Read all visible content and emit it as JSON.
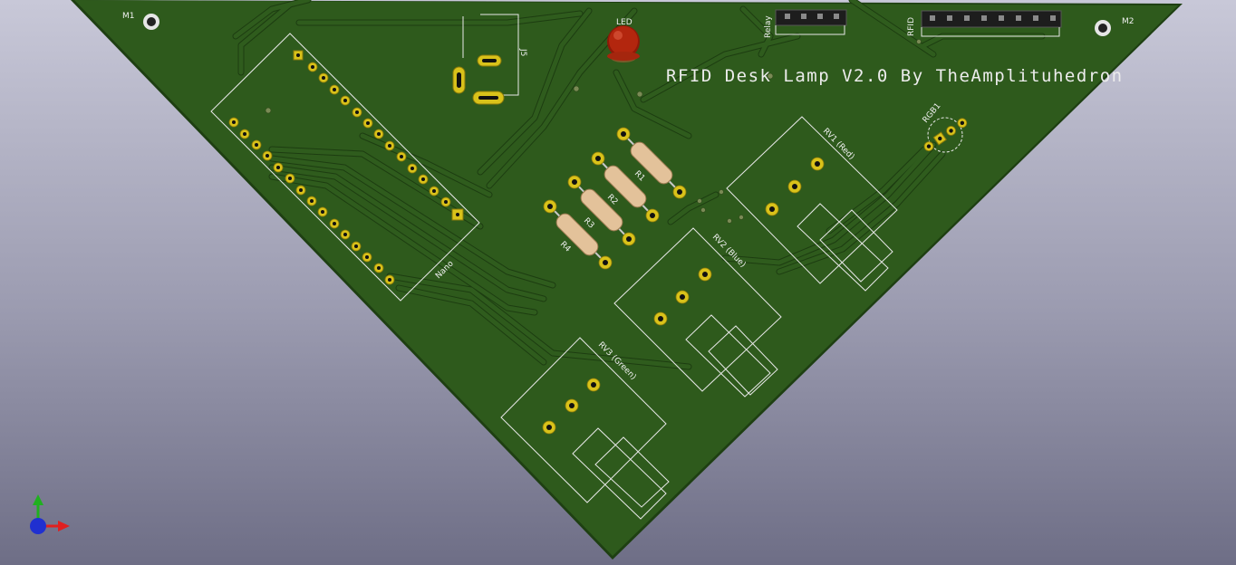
{
  "board": {
    "title": "RFID Desk Lamp V2.0 By TheAmplituhedron",
    "colors": {
      "substrate": "#2e5a1c",
      "substrate_edge": "#1e3f12",
      "trace": "#2f5c1d",
      "silkscreen": "#e8e8e8",
      "pad": "#d9c21a",
      "resistor_body": "#e3c29a",
      "led": "#b3260e"
    }
  },
  "components": {
    "M1": "M1",
    "M2": "M2",
    "J5": "J5",
    "LED": "LED",
    "Relay": "Relay",
    "RFID": "RFID",
    "RGB1": "RGB1",
    "Nano": "Nano",
    "R1": "R1",
    "R2": "R2",
    "R3": "R3",
    "R4": "R4",
    "RV1": "RV1 (Red)",
    "RV2": "RV2 (Blue)",
    "RV3": "RV3 (Green)"
  },
  "axis_gizmo": {
    "x_color": "#e02020",
    "y_color": "#20b020",
    "z_color": "#2030d0"
  }
}
